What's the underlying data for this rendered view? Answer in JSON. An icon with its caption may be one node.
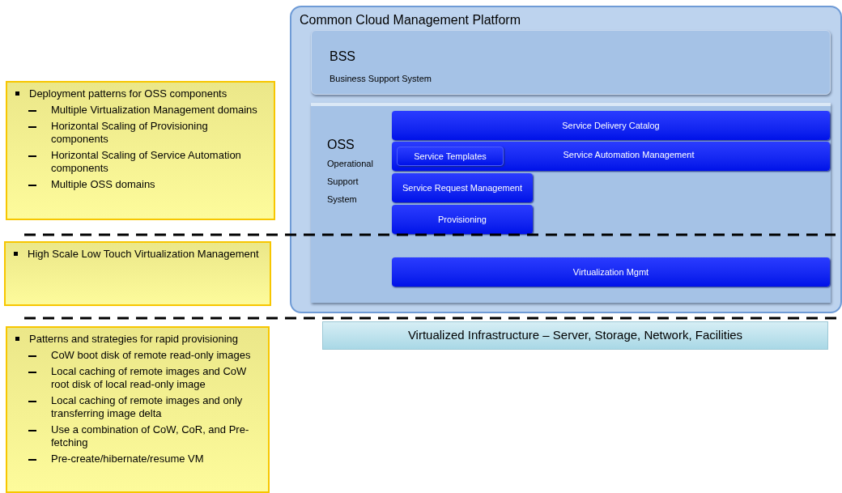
{
  "diagram": {
    "nodes": [
      {
        "text": [
          "Deployment patterns for OSS components",
          "Multiple Virtualization Management domains",
          "Horizontal Scaling of Provisioning components",
          "Horizontal Scaling of Service Automation components",
          "Multiple OSS domains"
        ]
      },
      {
        "text": [
          "High Scale Low Touch Virtualization Management"
        ]
      },
      {
        "text": [
          "Patterns and strategies for rapid provisioning",
          "CoW boot disk of remote read-only images",
          "Local caching of remote images and CoW root disk of local read-only image",
          "Local caching of remote images and only transferring image delta",
          "Use a combination of CoW, CoR, and Pre-fetching",
          "Pre-create/hibernate/resume VM"
        ]
      },
      {
        "text": [
          "Common Cloud Management Platform"
        ]
      },
      {
        "text": [
          "BSS",
          "Business Support System"
        ],
        "in": 3
      },
      {
        "text": [
          "OSS",
          "Operational Support System"
        ],
        "in": 3
      },
      {
        "text": [
          "Service Delivery Catalog"
        ],
        "in": 5
      },
      {
        "text": [
          "Service Automation Management"
        ],
        "in": 5
      },
      {
        "text": [
          "Service Templates"
        ],
        "in": 7
      },
      {
        "text": [
          "Service Request Management"
        ],
        "in": 5
      },
      {
        "text": [
          "Provisioning"
        ],
        "in": 5
      },
      {
        "text": [
          "Virtualization Mgmt"
        ],
        "in": 5
      },
      {
        "text": [
          "Virtualized Infrastructure – Server, Storage, Network, Facilities"
        ]
      }
    ],
    "edges": []
  }
}
